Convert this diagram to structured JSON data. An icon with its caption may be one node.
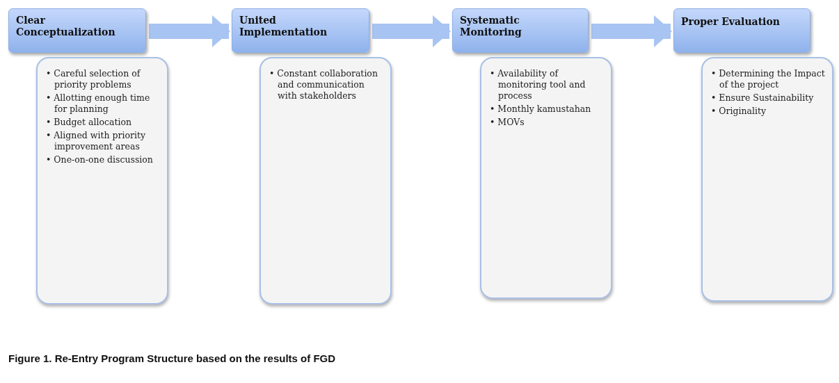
{
  "diagram": {
    "caption": "Figure 1. Re-Entry Program Structure based on the results of FGD",
    "nodes": [
      {
        "text": [
          "Clear Conceptualization"
        ]
      },
      {
        "text": [
          "• Careful selection of priority problems",
          "• Allotting enough time for planning",
          "• Budget allocation",
          "• Aligned with priority improvement areas",
          "• One-on-one discussion"
        ]
      },
      {
        "text": [
          "United Implementation"
        ]
      },
      {
        "text": [
          "• Constant collaboration and communication with stakeholders"
        ]
      },
      {
        "text": [
          "Systematic Monitoring"
        ]
      },
      {
        "text": [
          "• Availability of monitoring tool and process",
          "• Monthly kamustahan",
          "• MOVs"
        ]
      },
      {
        "text": [
          "Proper Evaluation"
        ]
      },
      {
        "text": [
          "• Determining the Impact of the project",
          "• Ensure Sustainability",
          "• Originality"
        ]
      }
    ],
    "edges": [
      {
        "from": 0,
        "to": 2,
        "arrow": "to"
      },
      {
        "from": 2,
        "to": 4,
        "arrow": "to"
      },
      {
        "from": 4,
        "to": 6,
        "arrow": "to"
      }
    ]
  }
}
